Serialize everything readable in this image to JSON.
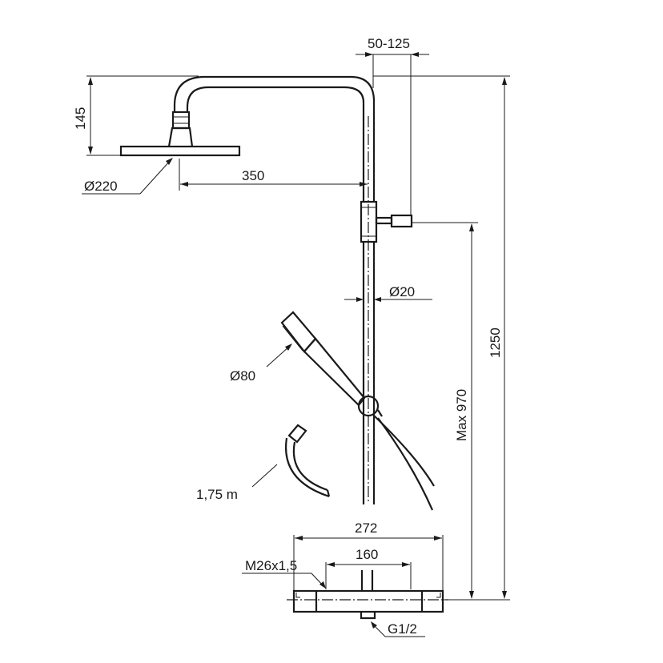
{
  "diagram": {
    "title": "Shower system dimension drawing",
    "colors": {
      "line": "#1a1a1a",
      "background": "#ffffff"
    },
    "dimensions": {
      "head_height": "145",
      "head_diameter": "Ø220",
      "arm_reach": "350",
      "wall_offset": "50-125",
      "rail_diameter": "Ø20",
      "hand_shower_diameter": "Ø80",
      "hose_length": "1,75 m",
      "total_height": "1250",
      "outlet_height": "Max 970",
      "mixer_width": "272",
      "mixer_centers": "160",
      "connection_thread": "M26x1,5",
      "inlet_thread": "G1/2"
    },
    "components": [
      "overhead-shower-head",
      "shower-arm",
      "riser-rail",
      "wall-bracket",
      "hand-shower",
      "slide-holder",
      "shower-hose",
      "thermostatic-mixer"
    ]
  }
}
